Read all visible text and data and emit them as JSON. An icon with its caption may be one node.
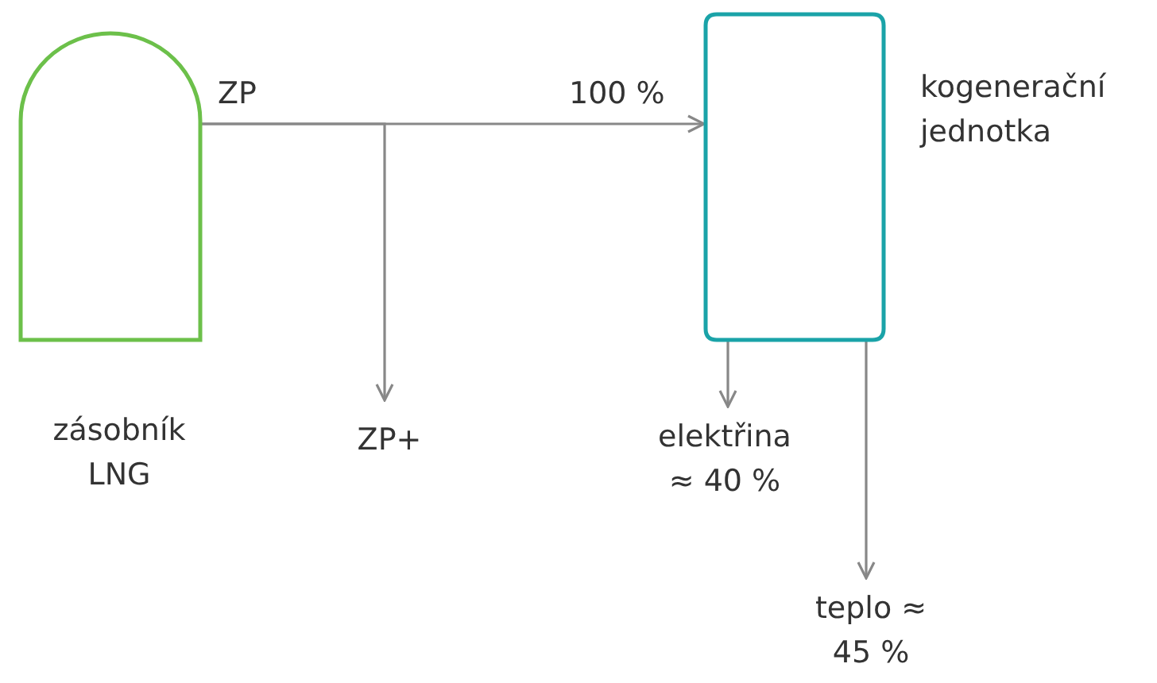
{
  "diagram": {
    "nodes": [
      {
        "text": [
          "zásobník LNG"
        ]
      },
      {
        "text": [
          "ZP+"
        ]
      },
      {
        "text": [
          "kogenerační jednotka"
        ]
      },
      {
        "text": [
          "elektřina ≈ 40 %"
        ]
      },
      {
        "text": [
          "teplo ≈ 45 %"
        ]
      }
    ],
    "edges": [
      {
        "from": 0,
        "to": 2,
        "arrow": "to",
        "label": "ZP"
      },
      {
        "from": 0,
        "to": 1,
        "arrow": "to"
      },
      {
        "from": 2,
        "to": 3,
        "arrow": "to"
      },
      {
        "from": 2,
        "to": 4,
        "arrow": "to"
      }
    ],
    "labels": [
      "100 %"
    ]
  }
}
